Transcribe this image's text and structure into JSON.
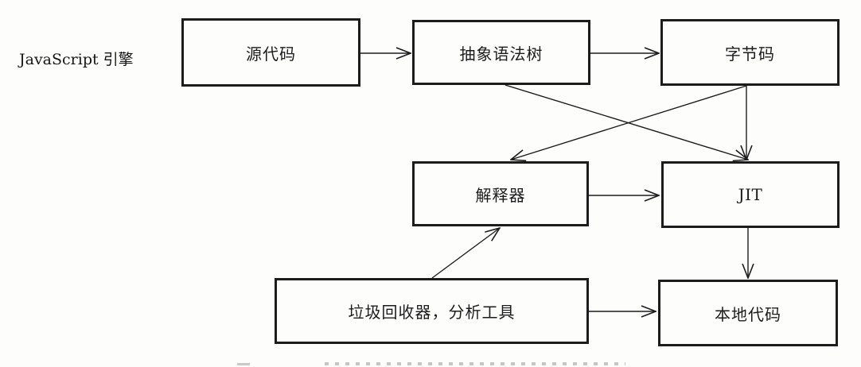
{
  "diagram": {
    "engine_label": "JavaScript 引擎",
    "nodes": {
      "source": {
        "label": "源代码"
      },
      "ast": {
        "label": "抽象语法树"
      },
      "bytecode": {
        "label": "字节码"
      },
      "interpreter": {
        "label": "解释器"
      },
      "jit": {
        "label": "JIT"
      },
      "gc": {
        "label": "垃圾回收器，分析工具"
      },
      "native": {
        "label": "本地代码"
      }
    },
    "edges": [
      {
        "from": "source",
        "to": "ast"
      },
      {
        "from": "ast",
        "to": "bytecode"
      },
      {
        "from": "bytecode",
        "to": "jit"
      },
      {
        "from": "ast",
        "to": "jit"
      },
      {
        "from": "bytecode",
        "to": "interpreter"
      },
      {
        "from": "interpreter",
        "to": "jit"
      },
      {
        "from": "gc",
        "to": "interpreter"
      },
      {
        "from": "gc",
        "to": "native"
      },
      {
        "from": "jit",
        "to": "native"
      }
    ],
    "colors": {
      "ink": "#1c1c1c",
      "background": "#fdfdfb"
    }
  }
}
